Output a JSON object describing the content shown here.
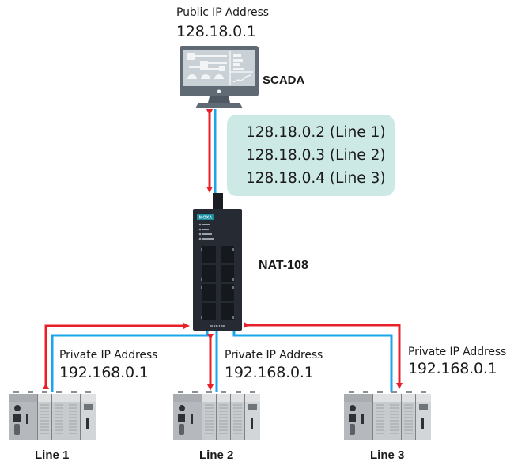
{
  "scada": {
    "label": "SCADA",
    "ip_caption": "Public IP Address",
    "ip": "128.18.0.1"
  },
  "nat_mapping": {
    "rows": [
      "128.18.0.2 (Line 1)",
      "128.18.0.3 (Line 2)",
      "128.18.0.4 (Line 3)"
    ]
  },
  "gateway": {
    "label": "NAT-108",
    "brand": "MOXA",
    "model_tag": "NAT-108",
    "leds": [
      "POWER",
      "STATE",
      "LAN TRANS",
      "WAN DOWN"
    ]
  },
  "lines": [
    {
      "label": "Line 1",
      "ip_caption": "Private IP Address",
      "ip": "192.168.0.1"
    },
    {
      "label": "Line 2",
      "ip_caption": "Private IP Address",
      "ip": "192.168.0.1"
    },
    {
      "label": "Line 3",
      "ip_caption": "Private IP Address",
      "ip": "192.168.0.1"
    }
  ],
  "colors": {
    "request_arrow": "#e8202a",
    "ethernet_cable": "#1aa6e8",
    "mapping_box": "#cde9e6",
    "device_dark": "#262b33",
    "monitor_frame": "#5f6a75"
  }
}
